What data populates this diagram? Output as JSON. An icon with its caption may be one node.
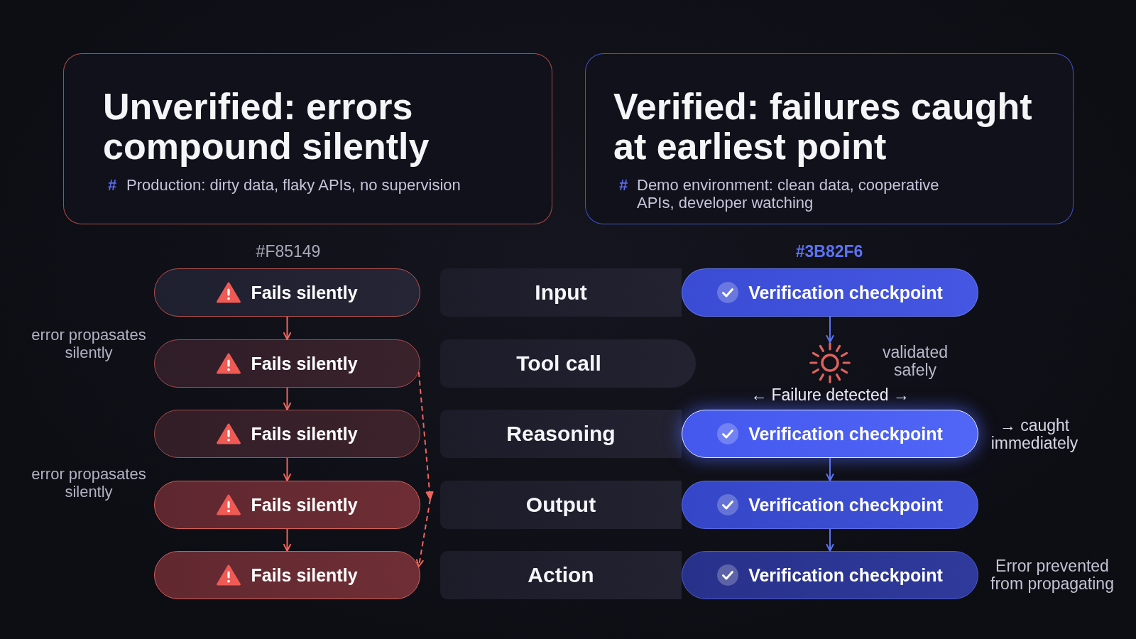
{
  "diagram": {
    "nodes": [
      {
        "text": [
          "Unverified: errors compound silently",
          "#",
          "Production: dirty data, flaky APIs, no supervision"
        ]
      },
      {
        "text": [
          "Verified: failures caught at earliest point",
          "#",
          "Demo environment: clean data, cooperative APIs, developer watching"
        ]
      },
      {
        "text": [
          "Fails silently"
        ]
      },
      {
        "text": [
          "Input"
        ]
      },
      {
        "text": [
          "Verification checkpoint"
        ]
      },
      {
        "text": [
          "Fails silently"
        ]
      },
      {
        "text": [
          "Tool call"
        ]
      },
      {
        "text": [],
        "shape": "sun",
        "beside": [
          "validated safely"
        ]
      },
      {
        "text": [
          "Fails silently"
        ]
      },
      {
        "text": [
          "Reasoning"
        ]
      },
      {
        "text": [
          "Verification checkpoint"
        ],
        "beside": [
          "→ caught immediately"
        ]
      },
      {
        "text": [
          "Fails silently"
        ]
      },
      {
        "text": [
          "Output"
        ]
      },
      {
        "text": [
          "Verification checkpoint"
        ]
      },
      {
        "text": [
          "Fails silently"
        ]
      },
      {
        "text": [
          "Action"
        ]
      },
      {
        "text": [
          "Verification checkpoint"
        ],
        "beside": [
          "Error prevented from propagating"
        ]
      }
    ],
    "edges": [
      {
        "from": 2,
        "to": 5,
        "arrow": "to"
      },
      {
        "from": 5,
        "to": 8,
        "arrow": "to"
      },
      {
        "from": 8,
        "to": 11,
        "arrow": "to"
      },
      {
        "from": 11,
        "to": 14,
        "arrow": "to"
      },
      {
        "from": 5,
        "to": 14,
        "arrow": "to",
        "style": "dashed"
      },
      {
        "from": 4,
        "to": 7,
        "arrow": "to",
        "color": "#5b73f2"
      },
      {
        "from": 10,
        "to": 13,
        "arrow": "to",
        "color": "#5b73f2"
      },
      {
        "from": 13,
        "to": 16,
        "arrow": "to",
        "color": "#5b73f2"
      }
    ],
    "labels": [
      "#F85149",
      "#3B82F6",
      "error propasates silently",
      "← Failure detected →",
      "error propasates silently"
    ]
  }
}
